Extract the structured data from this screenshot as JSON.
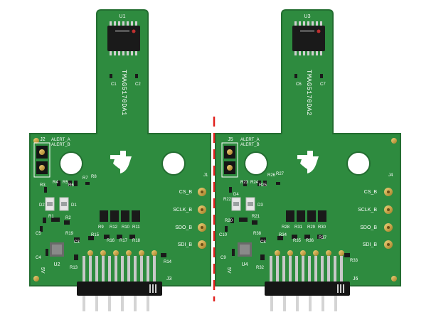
{
  "colors": {
    "board": "#2e8b3f",
    "board_edge": "#236d31",
    "silkscreen": "#ffffff",
    "divider": "#e0201c",
    "gold": "#d1a640",
    "chip": "#1a1a1a",
    "connector": "#151515"
  },
  "left_module": {
    "chip_ref": "U1",
    "chip_name": "TMAG5170DA1",
    "caps": [
      "C1",
      "C2"
    ],
    "header_ref": "J2",
    "alert_a": "ALERT_A",
    "alert_b": "ALERT_B",
    "conn_ref": "J1",
    "pins": [
      "CS_B",
      "SCLK_B",
      "SDO_B",
      "SDI_B"
    ],
    "bottom_header_ref": "J3",
    "regulator_ref": "U2",
    "voltage": "5V",
    "labels": [
      "R3",
      "R4",
      "R5",
      "R6",
      "R7",
      "R8",
      "D1",
      "D2",
      "R1",
      "R2",
      "C5",
      "R9",
      "R10",
      "R11",
      "R12",
      "R13",
      "R14",
      "R15",
      "R16",
      "R17",
      "R18",
      "R19",
      "C3",
      "C4"
    ]
  },
  "right_module": {
    "chip_ref": "U3",
    "chip_name": "TMAG5170DA2",
    "caps": [
      "C6",
      "C7"
    ],
    "header_ref": "J5",
    "alert_a": "ALERT_A",
    "alert_b": "ALERT_B",
    "conn_ref": "J4",
    "pins": [
      "CS_B",
      "SCLK_B",
      "SDO_B",
      "SDI_B"
    ],
    "bottom_header_ref": "J6",
    "regulator_ref": "U4",
    "voltage": "5V",
    "labels": [
      "R22",
      "D4",
      "R23",
      "R24",
      "R25",
      "R26",
      "R27",
      "D3",
      "R20",
      "R21",
      "C10",
      "R28",
      "R29",
      "R30",
      "R31",
      "R32",
      "R33",
      "R34",
      "R35",
      "R36",
      "R37",
      "R38",
      "C8",
      "C9"
    ]
  }
}
